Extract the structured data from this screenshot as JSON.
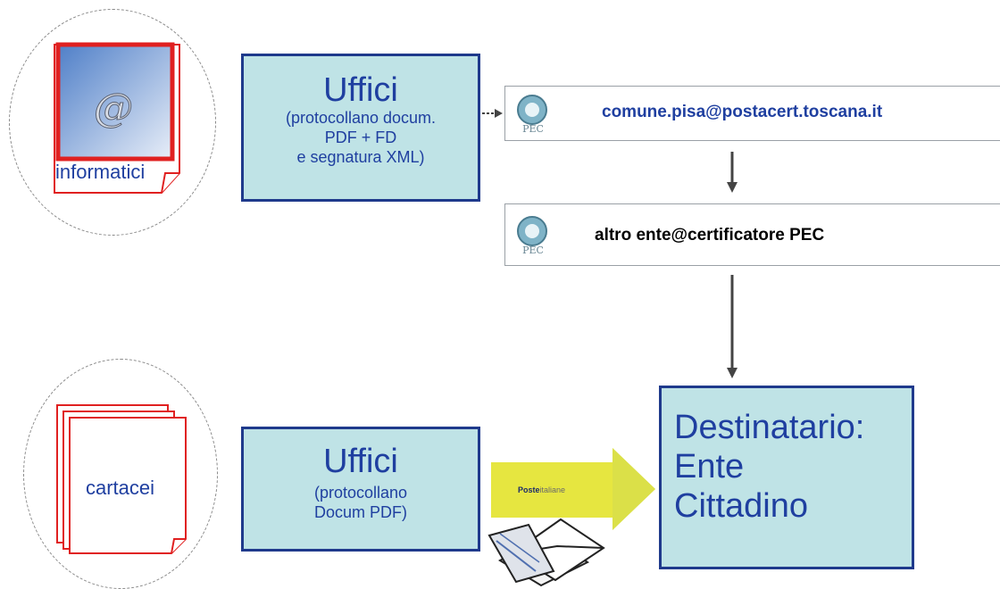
{
  "top_row": {
    "source_label": "informatici",
    "office_title": "Uffici",
    "office_desc": "(protocollano docum.\nPDF + FD\ne segnatura XML)"
  },
  "pec_boxes": [
    {
      "address": "comune.pisa@postacert.toscana.it",
      "color": "#1f3fa0",
      "logo_text": "PEC"
    },
    {
      "address": "altro ente@certificatore PEC",
      "color": "#000000",
      "logo_text": "PEC"
    }
  ],
  "bottom_row": {
    "source_label": "cartacei",
    "office_title": "Uffici",
    "office_desc": "(protocollano\nDocum PDF)",
    "post_logo_bold": "Poste",
    "post_logo_rest": "italiane"
  },
  "destination": {
    "line1": "Destinatario:",
    "line2": "Ente",
    "line3": "Cittadino"
  },
  "colors": {
    "box_fill": "#bfe3e6",
    "box_border": "#1f3a8c",
    "text_blue": "#1f3fa0",
    "email_doc_border": "#e02020",
    "arrow_yellow": "#e6e640",
    "arrow_gray": "#444444"
  }
}
